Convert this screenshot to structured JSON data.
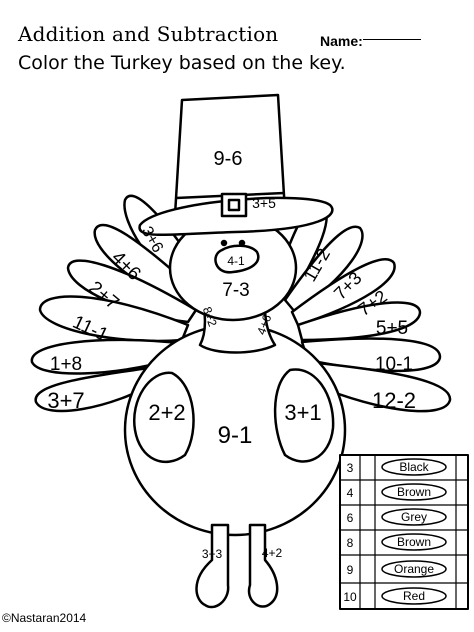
{
  "worksheet": {
    "title": "Addition  and Subtraction",
    "name_label": "Name:",
    "instruction": "Color the Turkey based on the key.",
    "copyright": "©Nastaran2014"
  },
  "turkey_problems": {
    "hat": "9-6",
    "buckle": "3+5",
    "beak": "4-1",
    "face": "7-3",
    "neck_left": "8÷2",
    "neck_right": "4+6",
    "left_feathers": [
      "3+6",
      "4+6",
      "2+7",
      "11-1",
      "1+8",
      "3+7"
    ],
    "right_feathers": [
      "11-2",
      "7+3",
      "7+2",
      "5+5",
      "10-1",
      "12-2"
    ],
    "left_wing": "2+2",
    "body": "9-1",
    "right_wing": "3+1",
    "left_foot": "3+3",
    "right_foot": "4+2"
  },
  "color_key": [
    {
      "number": "3",
      "color": "Black"
    },
    {
      "number": "4",
      "color": "Brown"
    },
    {
      "number": "6",
      "color": "Grey"
    },
    {
      "number": "8",
      "color": "Brown"
    },
    {
      "number": "9",
      "color": "Orange"
    },
    {
      "number": "10",
      "color": "Red"
    }
  ]
}
